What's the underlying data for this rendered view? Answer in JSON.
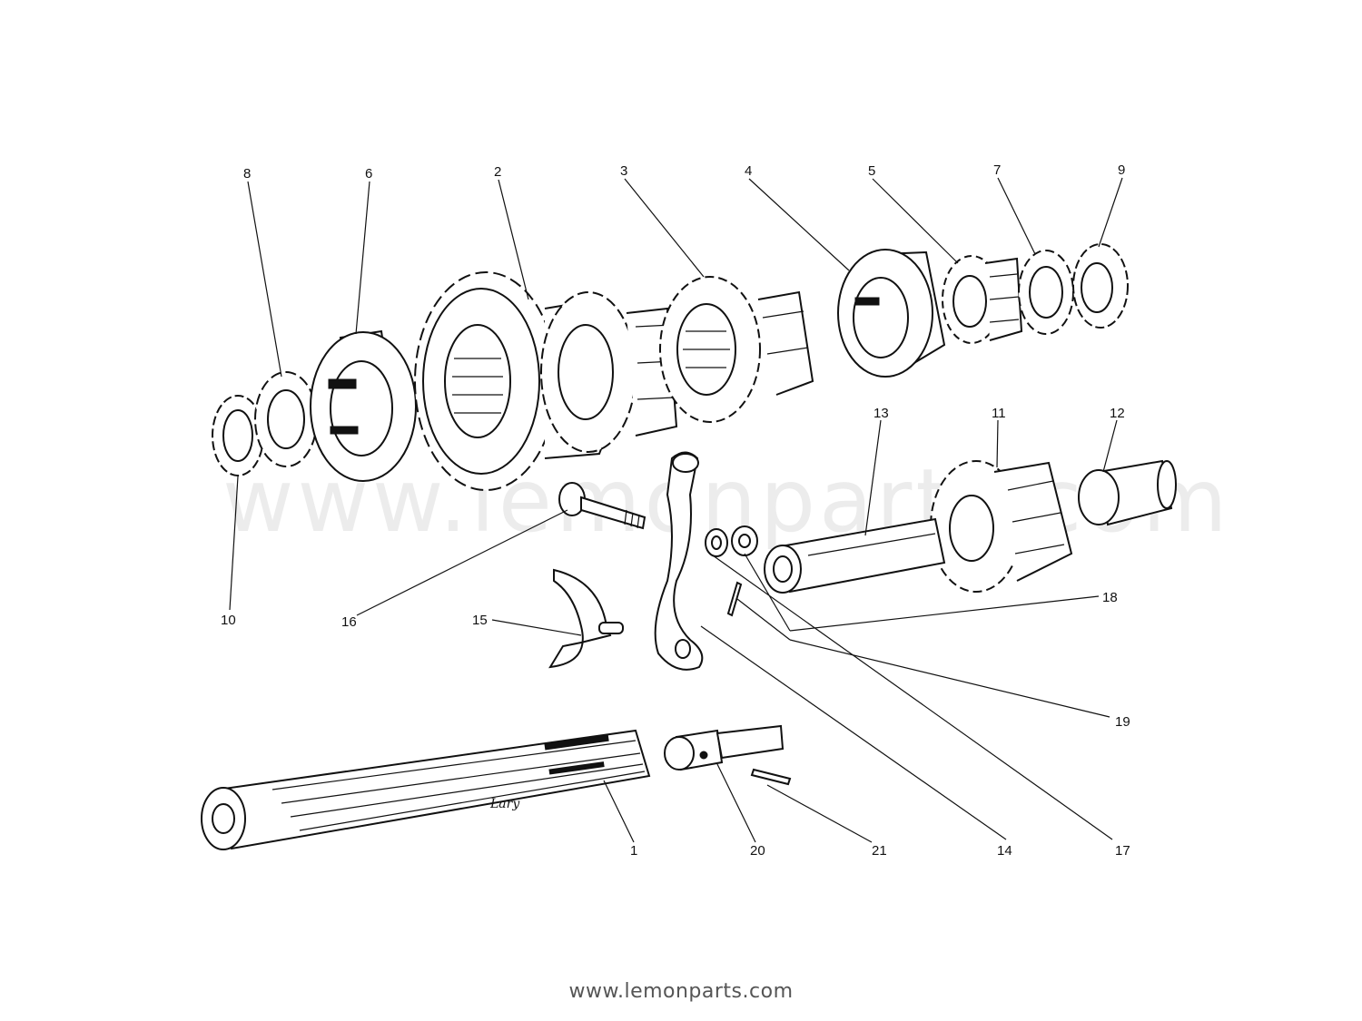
{
  "diagram": {
    "callouts": [
      "1",
      "2",
      "3",
      "4",
      "5",
      "6",
      "7",
      "8",
      "9",
      "10",
      "11",
      "12",
      "13",
      "14",
      "15",
      "16",
      "17",
      "18",
      "19",
      "20",
      "21"
    ],
    "signature": "Lary"
  },
  "watermark": "www.lemonparts.com",
  "footer": {
    "text": "www.lemonparts.com"
  }
}
